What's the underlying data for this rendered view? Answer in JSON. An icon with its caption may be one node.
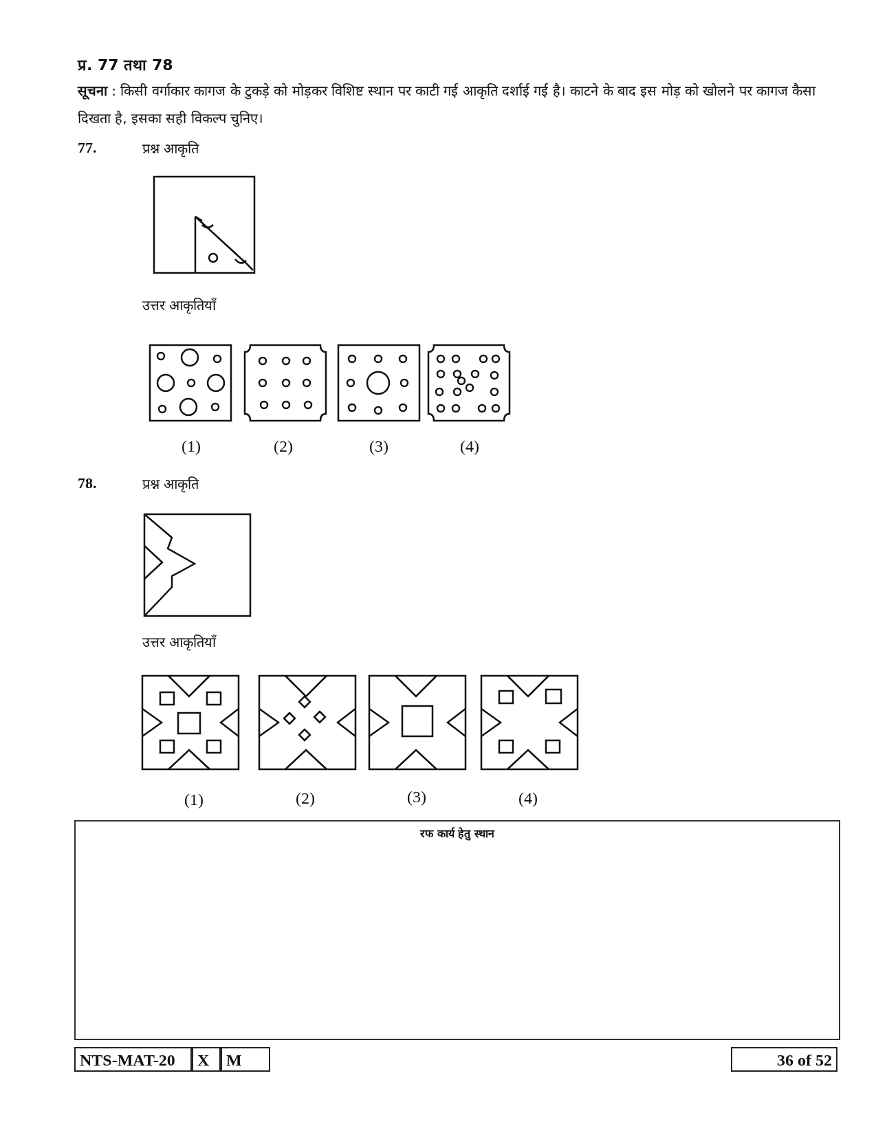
{
  "diagram": {
    "nodes": [
      {
        "text": [
          "रफ कार्य हेतु स्थान"
        ]
      }
    ],
    "labels": [
      "प्र. 77 तथा 78",
      "**सूचना** : किसी वर्गाकार कागज के टुकड़े को मोड़कर विशिष्ट स्थान पर काटी गई आकृति दर्शाई गई है। काटने के बाद इस मोड़ को खोलने पर कागज कैसा दिखता है, इसका सही विकल्प चुनिए।",
      "77.",
      "प्रश्न आकृति",
      "उत्तर आकृतियाँ",
      "(1)",
      "(2)",
      "(3)",
      "(4)",
      "78.",
      "प्रश्न आकृति",
      "उत्तर आकृतियाँ",
      "(1)",
      "(2)",
      "(3)",
      "(4)",
      "NTS-MAT-20",
      "X",
      "M",
      "36 of 52"
    ]
  }
}
